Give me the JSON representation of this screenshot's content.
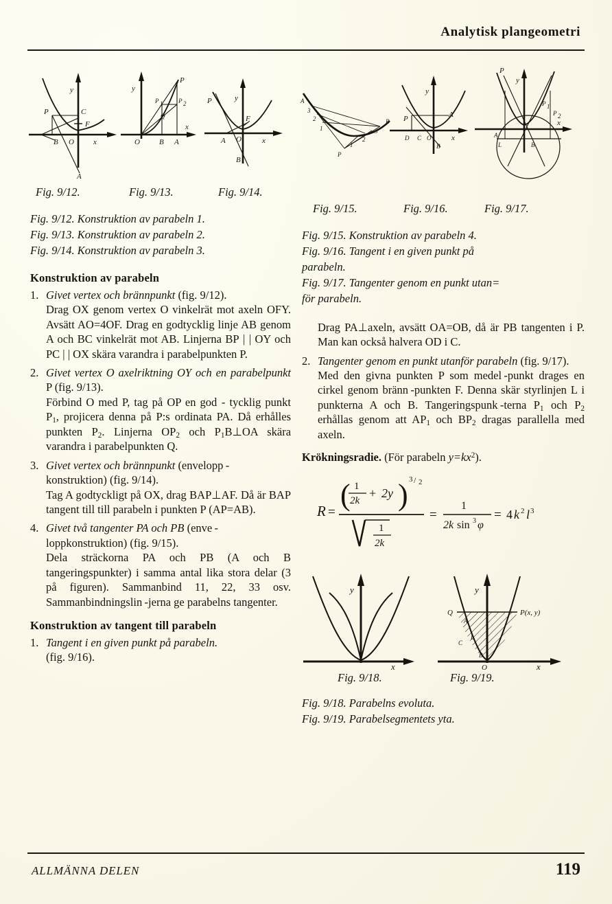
{
  "header": {
    "running_head": "Analytisk plangeometri"
  },
  "footer": {
    "left": "ALLMÄNNA DELEN",
    "page_number": "119"
  },
  "left_column": {
    "figure_numbers": [
      {
        "label": "Fig. 9/12."
      },
      {
        "label": "Fig. 9/13."
      },
      {
        "label": "Fig. 9/14."
      }
    ],
    "captions": [
      {
        "text": "Fig. 9/12. Konstruktion av parabeln 1."
      },
      {
        "text": "Fig. 9/13. Konstruktion av parabeln 2."
      },
      {
        "text": "Fig. 9/14. Konstruktion av parabeln 3."
      }
    ],
    "section_heading": "Konstruktion av parabeln",
    "items": [
      {
        "number": "1.",
        "lead": "Givet vertex och brännpunkt",
        "lead_tail": " (fig. 9/12).",
        "body": "Drag OX genom vertex O vinkelrät mot axeln OFY. Avsätt AO=4OF. Drag en godtycklig linje AB genom A och BC vinkelrät mot AB. Linjerna BP | | OY och PC | | OX skära varandra i parabelpunkten P."
      },
      {
        "number": "2.",
        "lead": "Givet vertex O axelriktning OY och en parabelpunkt",
        "lead_tail": " P (fig. 9/13).",
        "body": "Förbind O med P, tag på OP en godtycklig punkt P1, projicera denna på P:s ordinata PA. Då erhålles punkten P2. Linjerna OP2 och P1B⊥OA skära varandra i parabelpunkten Q."
      },
      {
        "number": "3.",
        "lead": "Givet vertex och brännpunkt",
        "lead_tail": " (envelopp= konstruktion) (fig. 9/14).",
        "body": "Tag A godtyckligt på OX, drag BAP⊥AF. Då är BAP tangent till till parabeln i punkten P (AP=AB)."
      },
      {
        "number": "4.",
        "lead": "Givet två tangenter PA och PB",
        "lead_tail": " (enve= loppkonstruktion) (fig. 9/15).",
        "body": "Dela sträckorna PA och PB (A och B tangeringspunkter) i samma antal lika stora delar (3 på figuren). Sammanbind 11, 22, 33 osv. Sammanbindningslin= jerna ge parabelns tangenter."
      }
    ],
    "tangent_heading": "Konstruktion av tangent till parabeln",
    "tangent_item": {
      "number": "1.",
      "lead": "Tangent i en given punkt på parabeln.",
      "body": "(fig. 9/16)."
    }
  },
  "right_column": {
    "figure_numbers": [
      {
        "label": "Fig. 9/15."
      },
      {
        "label": "Fig. 9/16."
      },
      {
        "label": "Fig. 9/17."
      }
    ],
    "captions": [
      {
        "text": "Fig. 9/15. Konstruktion av parabeln 4."
      },
      {
        "text": "Fig. 9/16. Tangent i en given punkt på"
      },
      {
        "text": "parabeln."
      },
      {
        "text": "Fig. 9/17. Tangenter genom en punkt utan="
      },
      {
        "text": "för parabeln."
      }
    ],
    "intro_paragraph": "Drag PA⊥axeln, avsätt OA=OB, då är PB tangenten i P. Man kan också halvera OD i C.",
    "items": [
      {
        "number": "2.",
        "lead": "Tangenter genom en punkt utanför parabeln",
        "lead_tail": " (fig. 9/17).",
        "body": "Med den givna punkten P som medel= punkt drages en cirkel genom bränn= punkten F. Denna skär styrlinjen L i punkterna A och B. Tangeringspunk= terna P1 och P2 erhållas genom att AP1 och BP2 dragas parallella med axeln."
      }
    ],
    "curvature_heading": "Krökningsradie.",
    "curvature_note": "(För parabeln y=kx²).",
    "formula": {
      "lhs": "R",
      "eq1": "=",
      "numerator_open": "(",
      "num_frac_top": "1",
      "num_frac_bottom": "2k",
      "num_plus": "+ 2y",
      "numerator_close": ")",
      "exponent": "3/2",
      "denom_radical": "√",
      "denom_frac_top": "1",
      "denom_frac_bottom": "2k",
      "eq2": "=",
      "mid_frac_top": "1",
      "mid_frac_bottom": "2k sin³φ",
      "eq3": "=",
      "rhs": "4k²l³"
    },
    "bottom_figure_numbers": [
      {
        "label": "Fig. 9/18."
      },
      {
        "label": "Fig. 9/19."
      }
    ],
    "bottom_captions": [
      {
        "text": "Fig. 9/18. Parabelns evoluta."
      },
      {
        "text": "Fig. 9/19. Parabelsegmentets yta."
      }
    ]
  },
  "figures": {
    "fig_9_12": {
      "name": "Konstruktion av parabeln 1",
      "labels": [
        "y",
        "P",
        "C",
        "F",
        "B",
        "O",
        "x",
        "A"
      ]
    },
    "fig_9_13": {
      "name": "Konstruktion av parabeln 2",
      "labels": [
        "y",
        "P",
        "P1",
        "P2",
        "Q",
        "O",
        "B",
        "A",
        "x"
      ]
    },
    "fig_9_14": {
      "name": "Konstruktion av parabeln 3",
      "labels": [
        "P",
        "y",
        "F",
        "A",
        "O",
        "x",
        "B"
      ]
    },
    "fig_9_15": {
      "name": "Konstruktion av parabeln 4",
      "labels": [
        "A",
        "3",
        "2",
        "1",
        "P",
        "1",
        "2",
        "3",
        "B"
      ]
    },
    "fig_9_16": {
      "name": "Tangent i en given punkt på parabeln",
      "labels": [
        "y",
        "P",
        "A",
        "D",
        "C",
        "O",
        "x",
        "B"
      ]
    },
    "fig_9_17": {
      "name": "Tangenter genom en punkt utanför parabeln",
      "labels": [
        "P",
        "y",
        "P1",
        "P2",
        "A",
        "L",
        "B",
        "x"
      ]
    },
    "fig_9_18": {
      "name": "Parabelns evoluta",
      "labels": [
        "y",
        "x"
      ]
    },
    "fig_9_19": {
      "name": "Parabelsegmentets yta",
      "labels": [
        "y",
        "Q",
        "P(x, y)",
        "A",
        "L",
        "C",
        "B",
        "O",
        "x"
      ]
    }
  },
  "colors": {
    "ink": "#17140f",
    "paper": "#fdfbef"
  }
}
